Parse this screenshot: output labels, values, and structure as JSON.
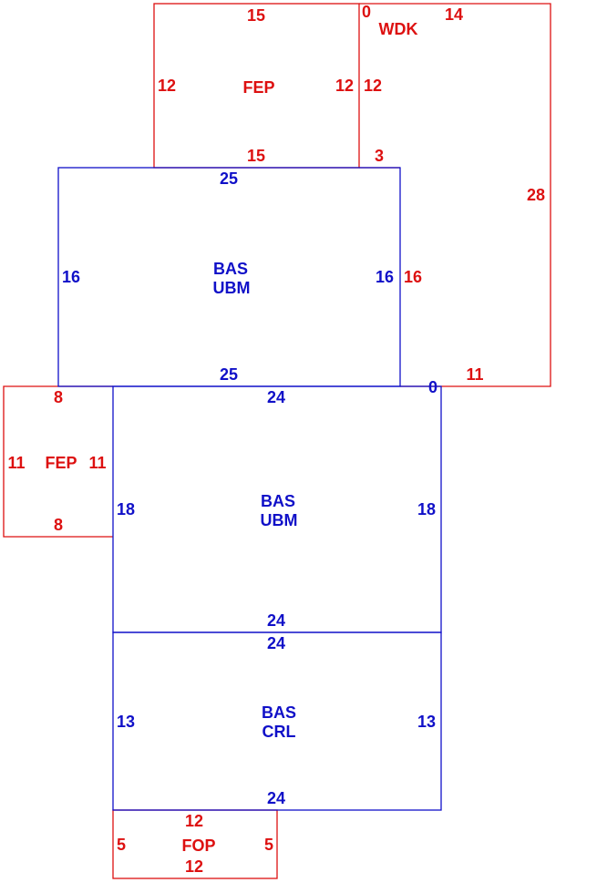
{
  "colors": {
    "blue": "#1010c8",
    "red": "#dd1010",
    "background": "#ffffff"
  },
  "sections": {
    "fep_top": {
      "code": "FEP",
      "color": "red",
      "dims": {
        "top": "15",
        "left": "12",
        "right": "12",
        "bottom": "15"
      }
    },
    "wdk": {
      "code": "WDK",
      "color": "red",
      "dims": {
        "top": "14",
        "top_corner": "0",
        "left_upper": "12",
        "left_lower": "16",
        "right": "28",
        "step": "3",
        "bottom": "11"
      }
    },
    "bas_ubm_upper": {
      "code": "BAS",
      "subcode": "UBM",
      "color": "blue",
      "dims": {
        "top": "25",
        "left": "16",
        "right": "16",
        "bottom": "25"
      }
    },
    "fep_left": {
      "code": "FEP",
      "color": "red",
      "dims": {
        "top": "8",
        "left": "11",
        "right": "11",
        "bottom": "8"
      }
    },
    "bas_ubm_lower": {
      "code": "BAS",
      "subcode": "UBM",
      "color": "blue",
      "dims": {
        "top": "24",
        "top_corner": "0",
        "left": "18",
        "right": "18",
        "bottom": "24"
      }
    },
    "bas_crl": {
      "code": "BAS",
      "subcode": "CRL",
      "color": "blue",
      "dims": {
        "top": "24",
        "left": "13",
        "right": "13",
        "bottom": "24"
      }
    },
    "fop": {
      "code": "FOP",
      "color": "red",
      "dims": {
        "top": "12",
        "left": "5",
        "right": "5",
        "bottom": "12"
      }
    }
  }
}
